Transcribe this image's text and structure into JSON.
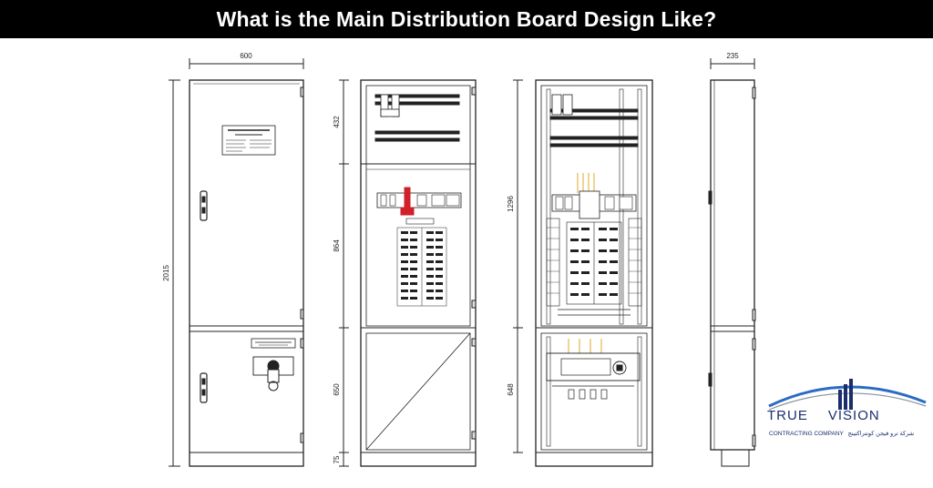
{
  "banner": {
    "title": "What is the Main Distribution Board Design Like?"
  },
  "dimensions": {
    "front_width": "600",
    "front_height": "2015",
    "inner_top": "432",
    "inner_middle": "864",
    "inner_lower": "650",
    "inner_base": "75",
    "open_upper": "1296",
    "open_lower": "648",
    "side_depth": "235"
  },
  "logo": {
    "wordmark_left": "TRUE",
    "wordmark_right": "VISION",
    "company": "CONTRACTING COMPANY",
    "company_arabic": "شركة ترو فيجن كونتراكتينج",
    "colors": {
      "navy": "#1a2e6e",
      "blue": "#2a6bc4",
      "gray": "#8a8f99"
    }
  },
  "colors": {
    "line": "#222222",
    "highlight_red": "#d0202a",
    "highlight_yellow": "#e6b84a"
  }
}
